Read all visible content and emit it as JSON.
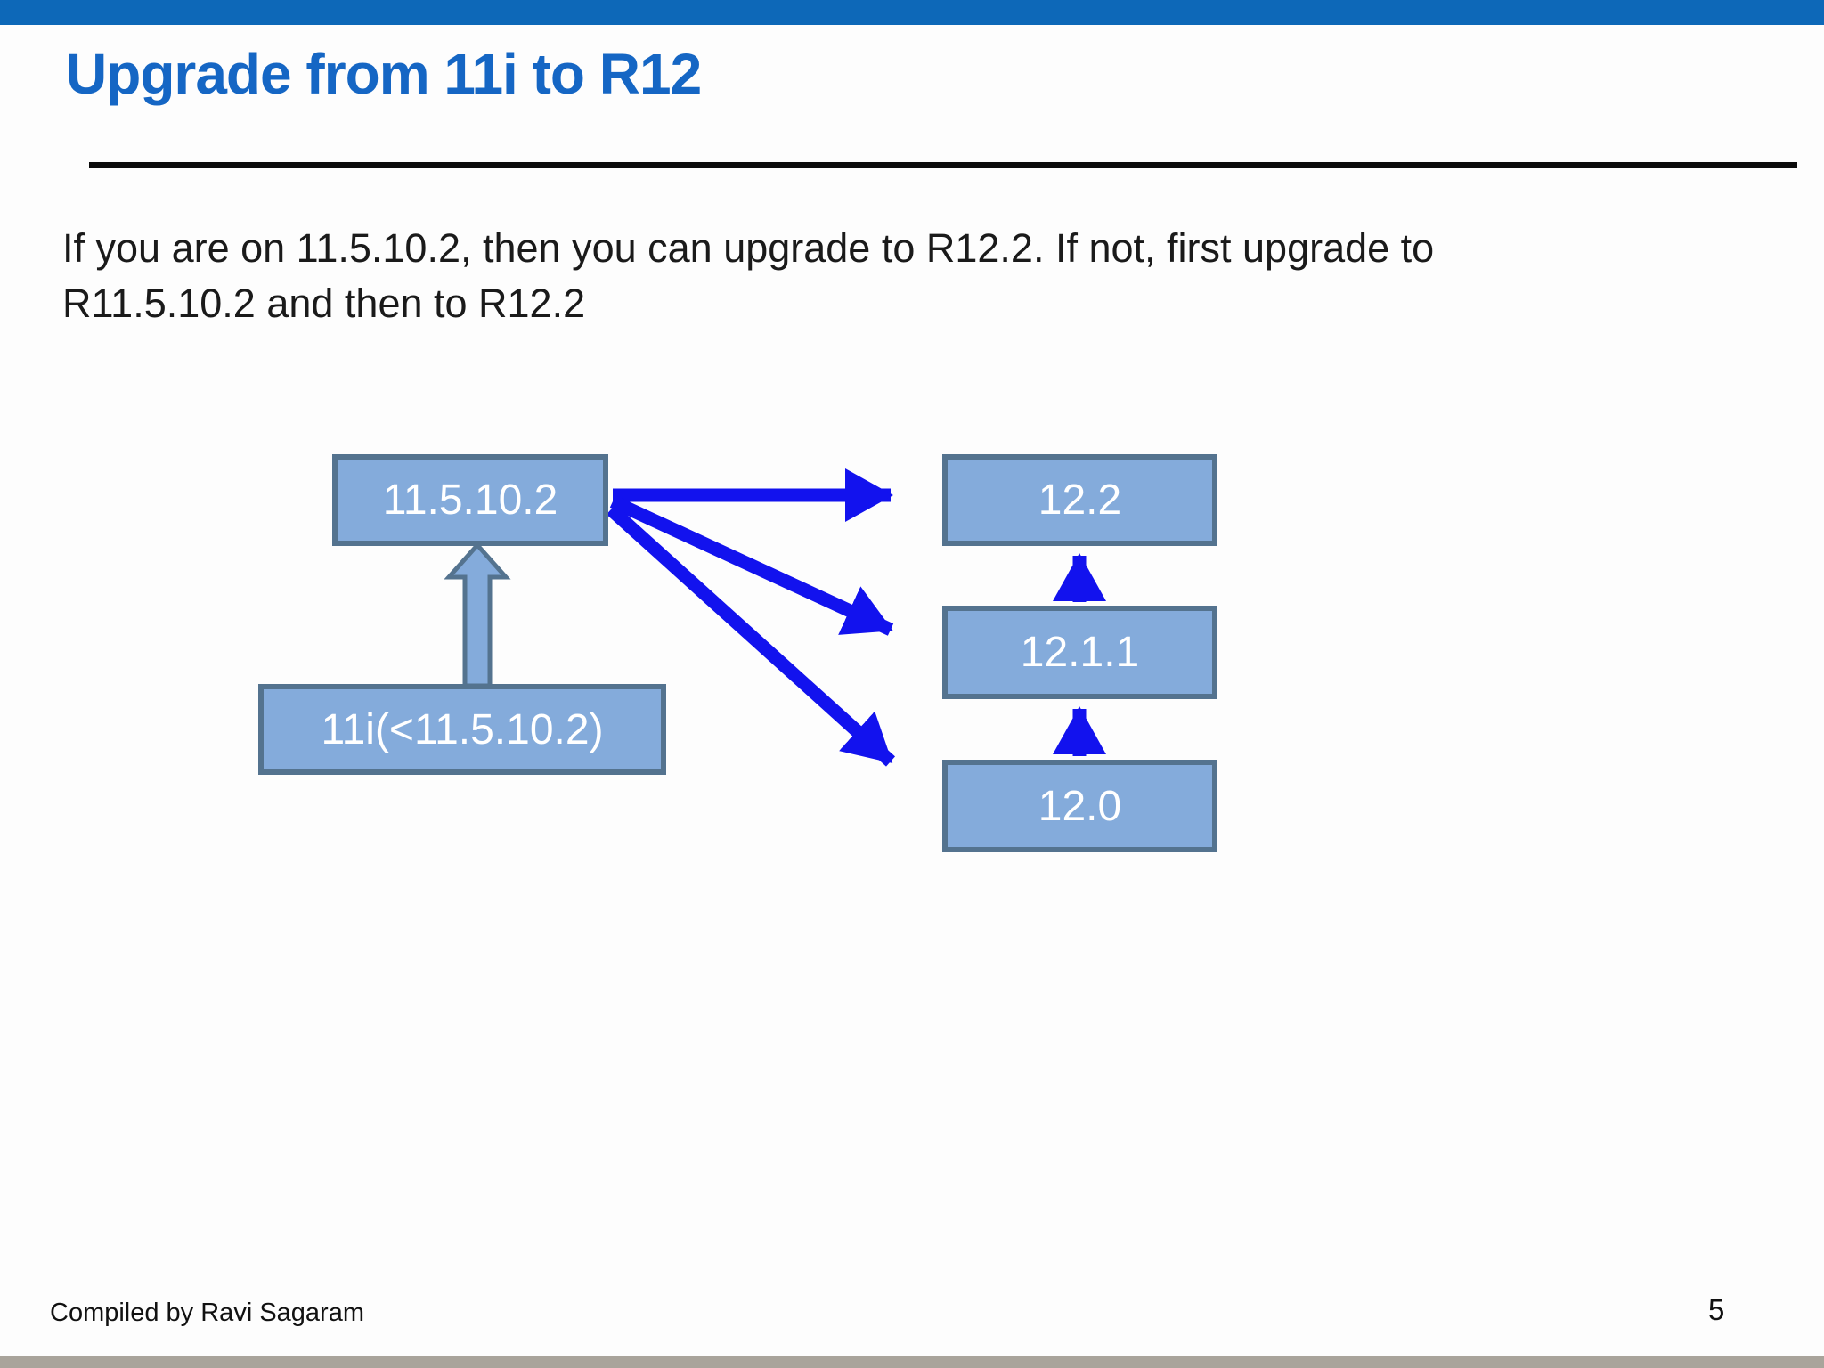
{
  "slide": {
    "title": "Upgrade from 11i to R12",
    "body_lines": [
      "If you are on 11.5.10.2, then you can upgrade to R12.2. If not, first upgrade to",
      "R11.5.10.2 and then to R12.2"
    ],
    "footer": "Compiled by Ravi Sagaram",
    "page_number": "5"
  },
  "diagram": {
    "nodes": [
      {
        "id": "v11510",
        "label": "11.5.10.2"
      },
      {
        "id": "v11i",
        "label": "11i(<11.5.10.2)"
      },
      {
        "id": "v122",
        "label": "12.2"
      },
      {
        "id": "v1211",
        "label": "12.1.1"
      },
      {
        "id": "v120",
        "label": "12.0"
      }
    ],
    "edges": [
      {
        "from": "11i(<11.5.10.2)",
        "to": "11.5.10.2",
        "style": "block-arrow"
      },
      {
        "from": "11.5.10.2",
        "to": "12.2",
        "style": "blue-arrow"
      },
      {
        "from": "11.5.10.2",
        "to": "12.1.1",
        "style": "blue-arrow"
      },
      {
        "from": "11.5.10.2",
        "to": "12.0",
        "style": "blue-arrow"
      },
      {
        "from": "12.1.1",
        "to": "12.2",
        "style": "blue-arrow"
      },
      {
        "from": "12.0",
        "to": "12.1.1",
        "style": "blue-arrow"
      }
    ]
  },
  "colors": {
    "top_bar": "#0d68b8",
    "title": "#1566c4",
    "node_fill": "#84abdb",
    "node_border": "#54738f",
    "arrow": "#1212ee",
    "bottom_bar": "#a9a49b",
    "text": "#1a1a1a"
  }
}
